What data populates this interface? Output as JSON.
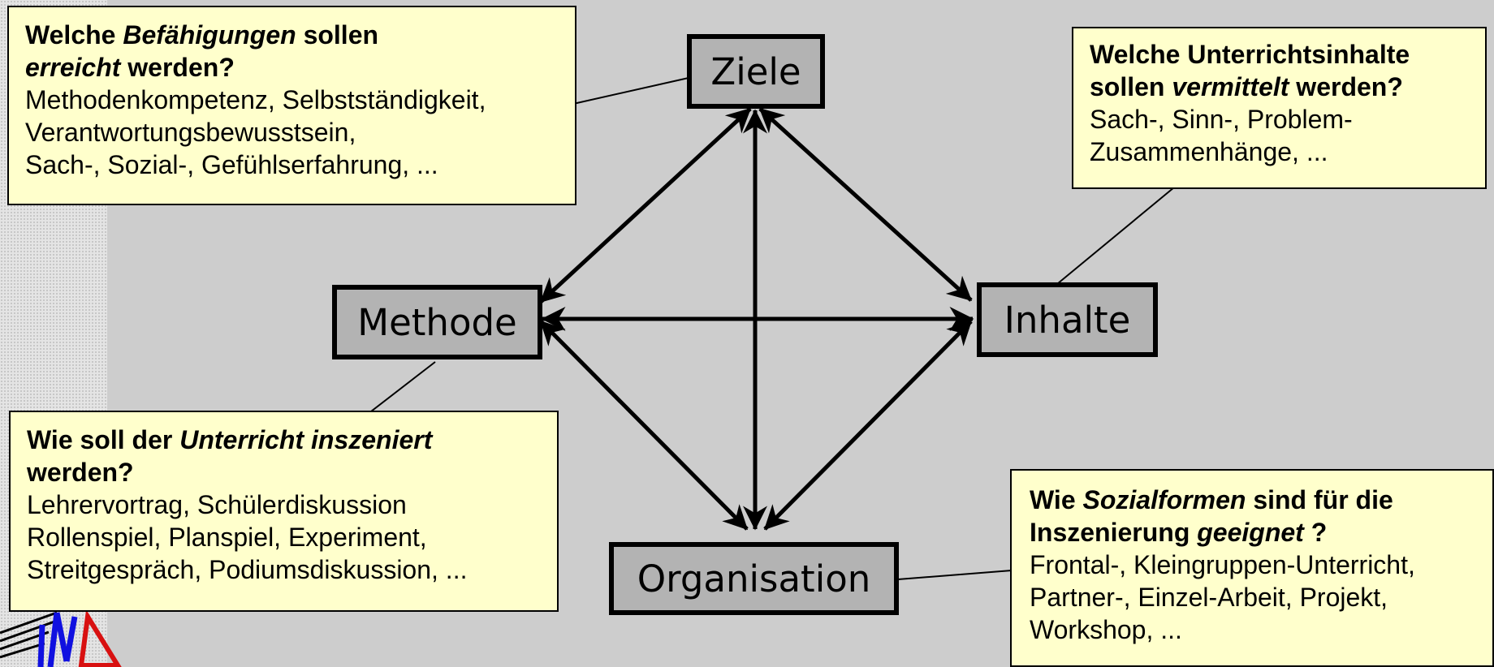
{
  "nodes": {
    "ziele": "Ziele",
    "methode": "Methode",
    "inhalte": "Inhalte",
    "organisation": "Organisation"
  },
  "notes": {
    "ziele": {
      "q1": "Welche ",
      "q1_em": "Befähigungen",
      "q1_end": " sollen",
      "q2_em": "erreicht",
      "q2_end": " werden?",
      "lines": [
        "Methodenkompetenz, Selbstständigkeit,",
        "Verantwortungsbewusstsein,",
        "Sach-, Sozial-, Gefühlserfahrung, ..."
      ]
    },
    "inhalte": {
      "q1": "Welche Unterrichtsinhalte",
      "q2": "sollen ",
      "q2_em": "vermittelt",
      "q2_end": " werden?",
      "lines": [
        "Sach-, Sinn-, Problem-",
        "Zusammenhänge, ..."
      ]
    },
    "methode": {
      "q1": "Wie soll der ",
      "q1_em": "Unterricht inszeniert",
      "q2": "werden?",
      "lines": [
        "Lehrervortrag, Schülerdiskussion",
        "Rollenspiel, Planspiel, Experiment,",
        "Streitgespräch, Podiumsdiskussion, ..."
      ]
    },
    "organisation": {
      "q1": "Wie ",
      "q1_em": "Sozialformen",
      "q1_end": " sind für die",
      "q2": "Inszenierung ",
      "q2_em": "geeignet",
      "q2_end": " ?",
      "lines": [
        "Frontal-, Kleingruppen-Unterricht,",
        "Partner-, Einzel-Arbeit, Projekt,",
        "Workshop, ..."
      ]
    }
  },
  "colors": {
    "background": "#cdcdcd",
    "node_fill": "#b3b3b3",
    "note_fill": "#ffffcc",
    "stroke": "#000000"
  }
}
